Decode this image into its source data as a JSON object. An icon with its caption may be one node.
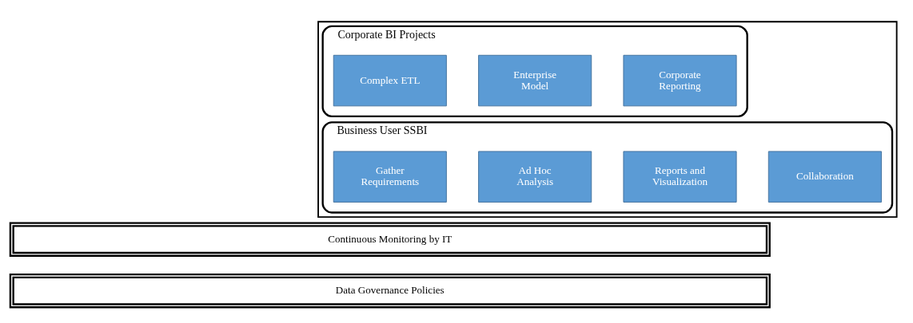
{
  "diagram": {
    "nodes": [
      {
        "text": [],
        "shape": "box"
      },
      {
        "text": [
          "Corporate BI Projects"
        ],
        "in": 0
      },
      {
        "text": [
          "Complex ETL"
        ],
        "in": 1
      },
      {
        "text": [
          "Enterprise Model"
        ],
        "in": 1
      },
      {
        "text": [
          "Corporate Reporting"
        ],
        "in": 1
      },
      {
        "text": [
          "Business User SSBI"
        ],
        "in": 0
      },
      {
        "text": [
          "Gather Requirements"
        ],
        "in": 5
      },
      {
        "text": [
          "Ad Hoc Analysis"
        ],
        "in": 5
      },
      {
        "text": [
          "Reports and Visualization"
        ],
        "in": 5
      },
      {
        "text": [
          "Collaboration"
        ],
        "in": 5
      },
      {
        "text": [
          "Continuous Monitoring by IT"
        ]
      },
      {
        "text": [
          "Data Governance Policies"
        ]
      }
    ]
  }
}
